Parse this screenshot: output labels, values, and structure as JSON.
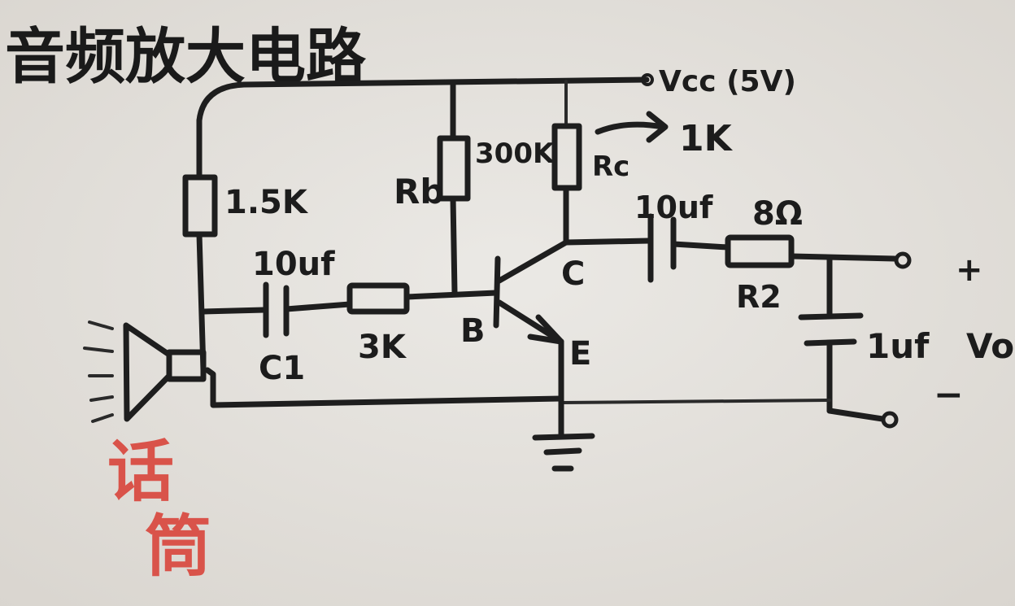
{
  "title": "音频放大电路",
  "labels": {
    "vcc": "Vcc (5V)",
    "rc_value": "1K",
    "r_top_left": "1.5K",
    "rb": "Rb",
    "rb_value": "300K",
    "rc": "Rc",
    "c_in_value": "10uf",
    "c_out_value": "10uf",
    "r2_value": "8Ω",
    "r2": "R2",
    "c1": "C1",
    "r_series_value": "3K",
    "base": "B",
    "collector": "C",
    "emitter": "E",
    "c_filter_value": "1uf",
    "plus": "+",
    "minus": "−",
    "vo": "Vo",
    "microphone": "话筒"
  },
  "colors": {
    "paper": "#e6e3de",
    "ink": "#1e1e1e",
    "red_ink": "#d9534a"
  }
}
